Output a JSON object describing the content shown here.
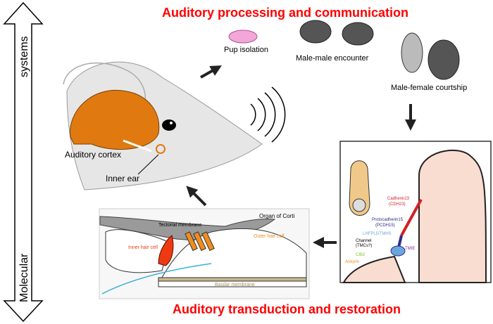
{
  "scale_arrow": {
    "top_label": "systems",
    "bottom_label": "Molecular"
  },
  "titles": {
    "top": "Auditory processing and communication",
    "bottom": "Auditory transduction and restoration",
    "color": "#ff0000"
  },
  "head": {
    "labels": {
      "cortex": "Auditory cortex",
      "inner_ear": "Inner ear"
    }
  },
  "behaviors": {
    "pup": "Pup isolation",
    "male_male": "Male-male encounter",
    "male_female": "Male-female courtship"
  },
  "corti": {
    "title": "Organ of Corti",
    "tectorial": "Tectorial membrane",
    "inner_hair_cell": "Inner hair cell",
    "outer_hair_cell": "Outer hair cell",
    "basilar": "Basilar membrane"
  },
  "stereocilia": {
    "cdh23": "Cadherin23",
    "cdh23_abbr": "(CDH23)",
    "pcdh15": "Protocadherin15",
    "pcdh15_abbr": "(PCDH15)",
    "lhfpl5": "LHFPL5/TMHS",
    "channel": "Channel",
    "channel_abbr": "(TMCs?)",
    "tmie": "TMIE",
    "cib2": "CIB2",
    "ankyrin": "Ankyrin"
  },
  "colors": {
    "brain": "#e07a10",
    "head": "#e6e6e6",
    "hair_cell_outer": "#f08c1e",
    "hair_cell_inner": "#ee3a10",
    "cdh23": "#d41f26",
    "pcdh15": "#2e2a8c",
    "lhfpl5": "#6aa7d8",
    "tmie": "#8a2a9a",
    "cib2": "#7cc520",
    "ankyrin": "#f08c1e"
  }
}
